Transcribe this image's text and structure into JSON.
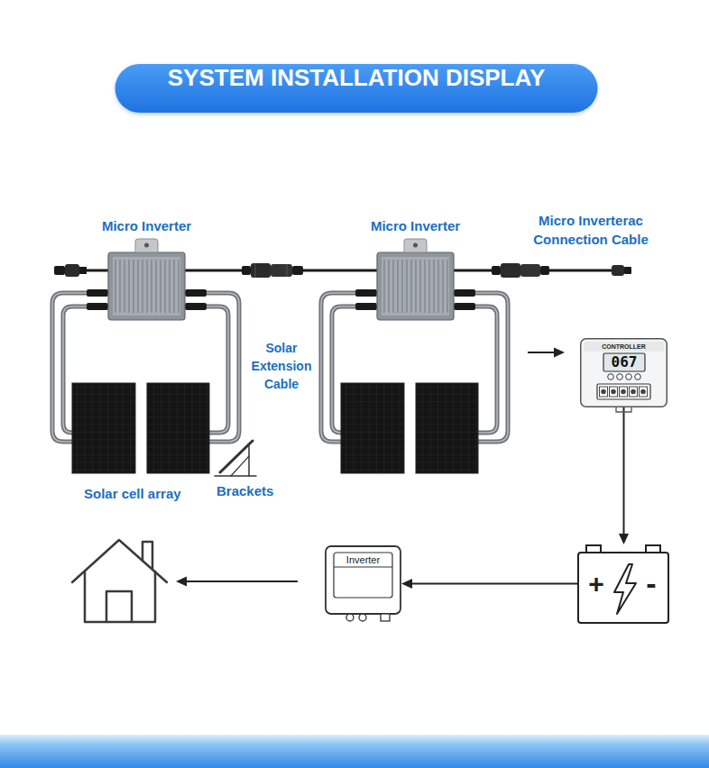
{
  "diagram": {
    "title": "SYSTEM INSTALLATION DISPLAY",
    "nodes": [
      {
        "text": [
          "Micro Inverter"
        ]
      },
      {
        "text": [
          "Micro Inverter"
        ]
      },
      {
        "text": [
          "CONTROLLER",
          "067"
        ]
      },
      {
        "text": [
          "+",
          "-"
        ]
      },
      {
        "text": [
          "Inverter"
        ]
      }
    ],
    "edges": [
      {
        "from": 0,
        "to": 1,
        "arrow": "none"
      },
      {
        "from": 2,
        "to": 3,
        "arrow": "to"
      },
      {
        "from": 3,
        "to": 4,
        "arrow": "to"
      }
    ],
    "labels": [
      "Micro Inverterac Connection Cable",
      "Solar Extension Cable",
      "Solar cell array",
      "Brackets"
    ]
  }
}
